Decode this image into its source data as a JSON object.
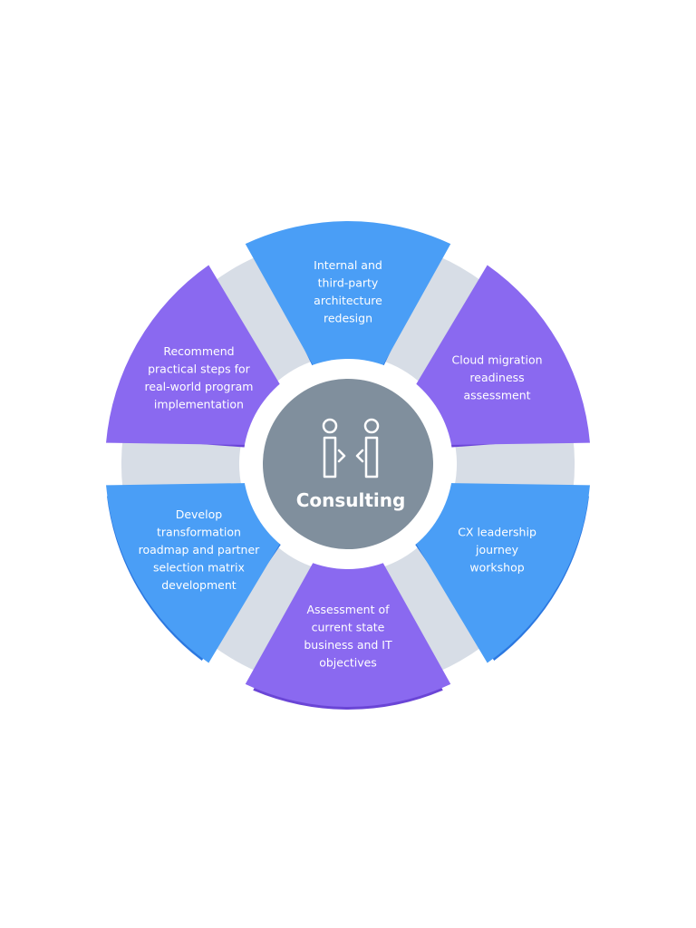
{
  "center": {
    "title": "Consulting",
    "icon": "people-talking-icon",
    "fill": "#808f9d"
  },
  "segments": [
    {
      "lines": [
        "Internal and",
        "third-party",
        "architecture",
        "redesign"
      ],
      "color": "#4a9ef6"
    },
    {
      "lines": [
        "Cloud migration",
        "readiness",
        "assessment"
      ],
      "color": "#8a69f0"
    },
    {
      "lines": [
        "CX leadership",
        "journey",
        "workshop"
      ],
      "color": "#4a9ef6"
    },
    {
      "lines": [
        "Assessment of",
        "current state",
        "business and IT",
        "objectives"
      ],
      "color": "#8a69f0"
    },
    {
      "lines": [
        "Develop",
        "transformation",
        "roadmap and partner",
        "selection matrix",
        "development"
      ],
      "color": "#4a9ef6"
    },
    {
      "lines": [
        "Recommend",
        "practical steps for",
        "real-world program",
        "implementation"
      ],
      "color": "#8a69f0"
    }
  ],
  "colors": {
    "blue": "#4a9ef6",
    "purple": "#8a69f0",
    "blue_edge": "#2c78e0",
    "purple_edge": "#6a45d6",
    "connector": "#d7dde6",
    "center": "#808f9d"
  }
}
